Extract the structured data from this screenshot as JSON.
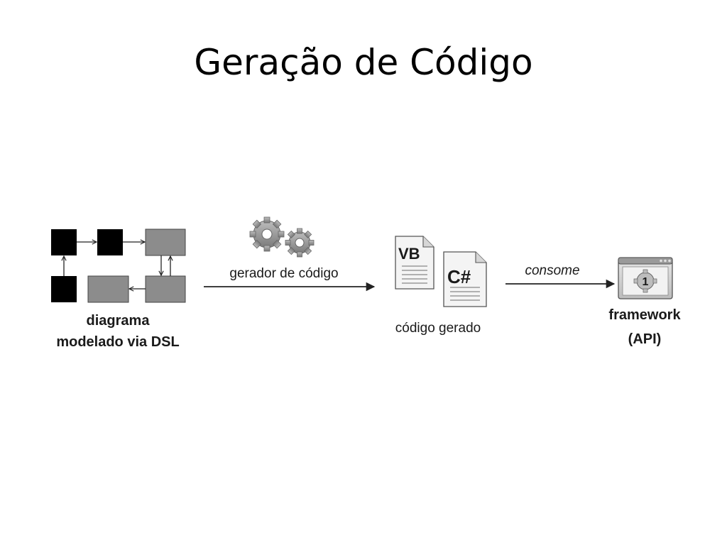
{
  "slide": {
    "title": "Geração de Código"
  },
  "diagram": {
    "dsl_label_line1": "diagrama",
    "dsl_label_line2_plain": "modelado via ",
    "dsl_label_line2_bold": "DSL",
    "generator_label": "gerador de código",
    "generated_code_label": "código gerado",
    "consume_label": "consome",
    "framework_label_line1": "framework",
    "framework_label_line2": "(API)",
    "vb_file_glyph": "VB",
    "csharp_file_glyph": "C#",
    "framework_window_glyph": "1",
    "icons": [
      "gears-icon",
      "vb-file-icon",
      "csharp-file-icon",
      "framework-window-icon"
    ]
  }
}
